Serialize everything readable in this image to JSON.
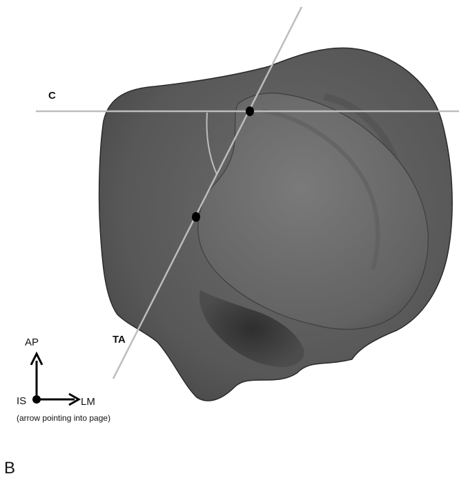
{
  "figure": {
    "panel_label": "B",
    "axes": {
      "coronal_label": "C",
      "talar_axis_label": "TA"
    },
    "orientation_key": {
      "ap_label": "AP",
      "is_label": "IS",
      "lm_label": "LM",
      "note": "(arrow pointing into page)"
    },
    "colors": {
      "bone_fill": "#5a5a5a",
      "axis_line": "#b9b9b9",
      "marker": "#000000"
    }
  }
}
